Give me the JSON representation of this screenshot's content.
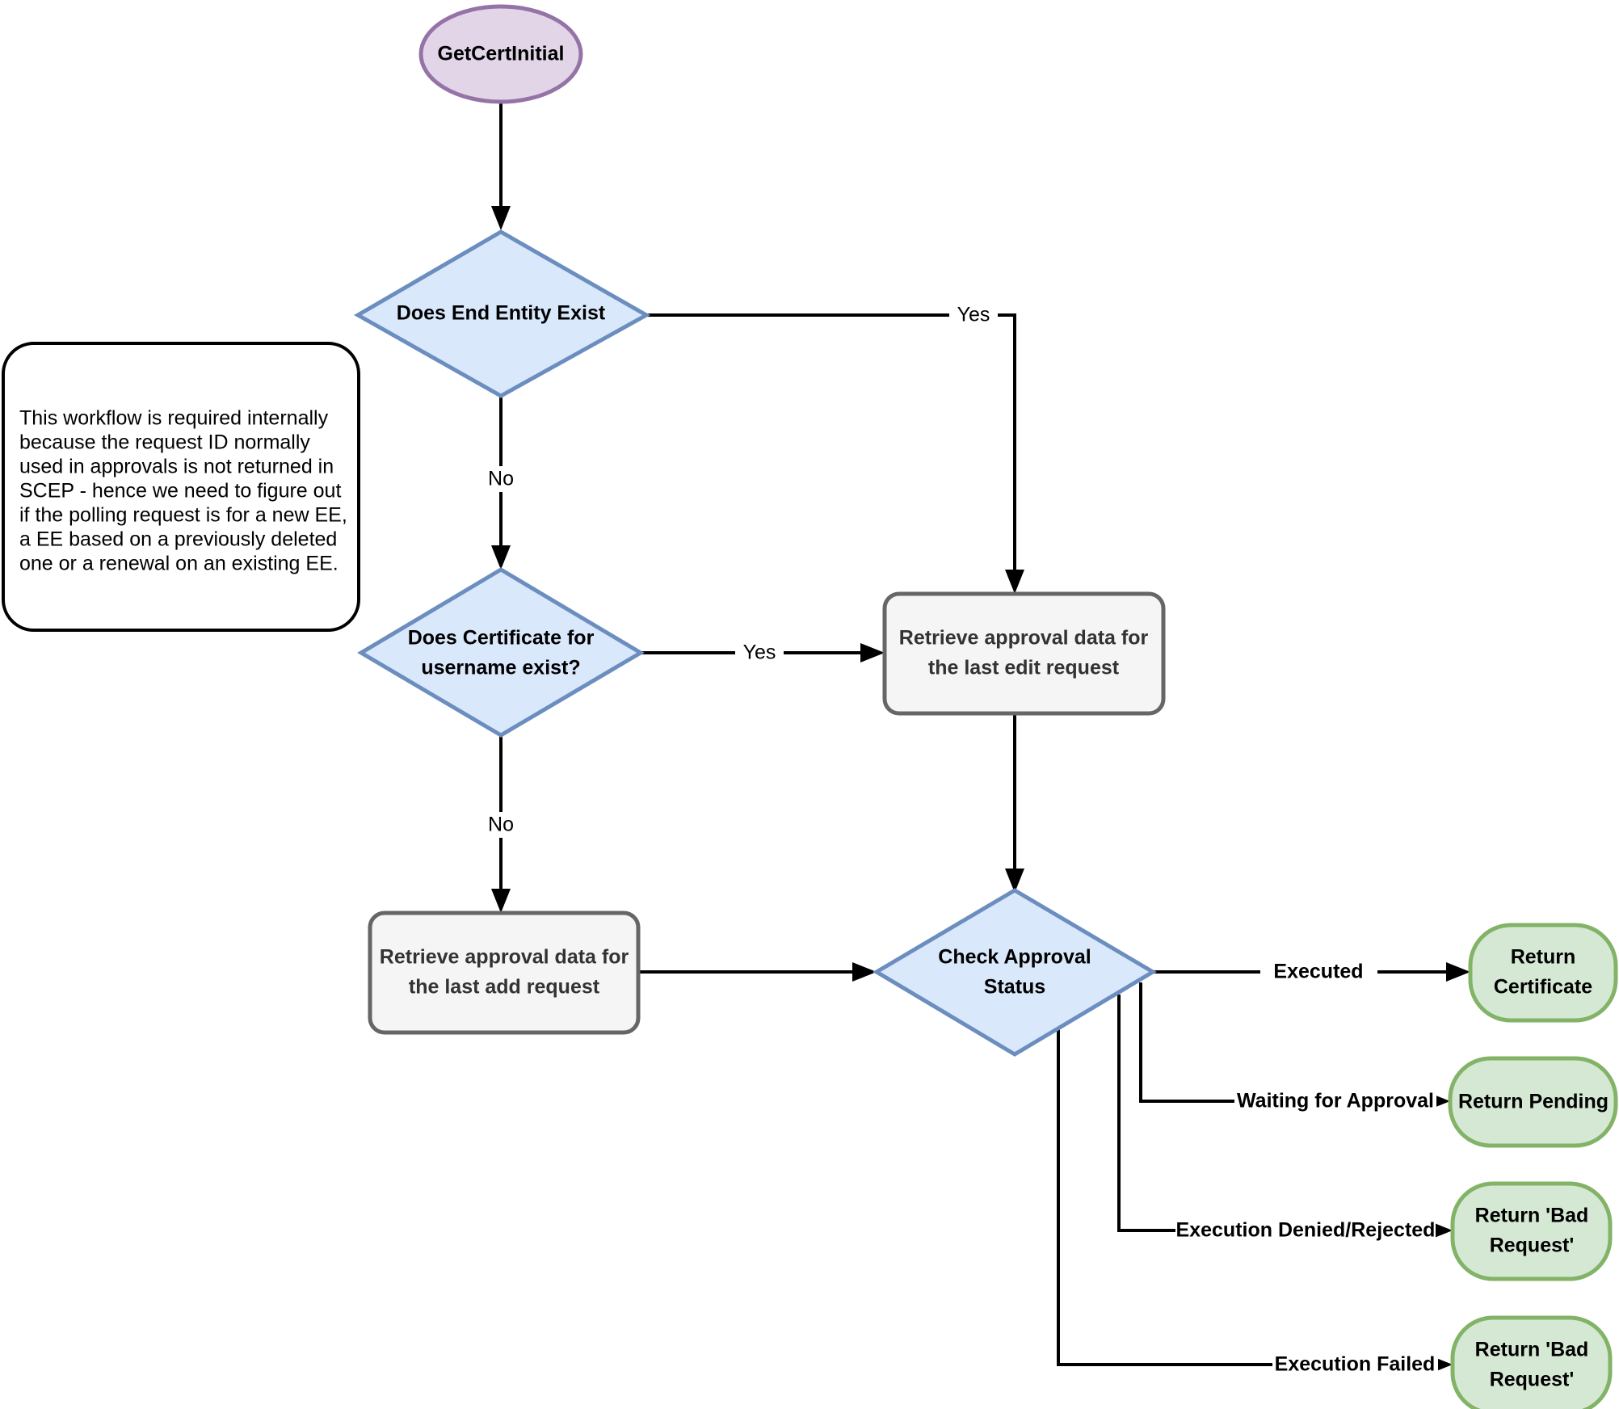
{
  "diagram": {
    "type": "flowchart",
    "title": "GetCertInitial SCEP polling workflow",
    "colors": {
      "terminator_fill": "#e1d5e7",
      "terminator_stroke": "#9673a6",
      "decision_fill": "#dae8fc",
      "decision_stroke": "#6c8ebf",
      "process_fill": "#f5f5f5",
      "process_stroke": "#666666",
      "end_fill": "#d5e8d4",
      "end_stroke": "#82b366",
      "note_fill": "#ffffff",
      "note_stroke": "#000000",
      "edge_stroke": "#000000",
      "background": "#ffffff"
    },
    "nodes": {
      "start": {
        "label": "GetCertInitial",
        "shape": "ellipse"
      },
      "decision_end_entity": {
        "label": "Does End Entity Exist",
        "shape": "diamond"
      },
      "decision_certificate": {
        "label_line1": "Does Certificate for",
        "label_line2": "username exist?",
        "shape": "diamond"
      },
      "process_edit": {
        "label_line1": "Retrieve approval data for",
        "label_line2": "the last edit request",
        "shape": "rounded-rect"
      },
      "process_add": {
        "label_line1": "Retrieve approval data for",
        "label_line2": "the last add request",
        "shape": "rounded-rect"
      },
      "decision_approval": {
        "label_line1": "Check Approval",
        "label_line2": "Status",
        "shape": "diamond"
      },
      "end_certificate": {
        "label_line1": "Return",
        "label_line2": "Certificate",
        "shape": "rounded-rect"
      },
      "end_pending": {
        "label_line1": "Return Pending",
        "label_line2": "",
        "shape": "rounded-rect"
      },
      "end_bad_request_denied": {
        "label_line1": "Return 'Bad",
        "label_line2": "Request'",
        "shape": "rounded-rect"
      },
      "end_bad_request_failed": {
        "label_line1": "Return 'Bad",
        "label_line2": "Request'",
        "shape": "rounded-rect"
      }
    },
    "note": {
      "lines": [
        "This workflow is required internally",
        "because the request ID normally",
        "used in approvals is not returned in",
        "SCEP - hence we need to figure out",
        "if the polling request is for a new EE,",
        "a EE based on a previously deleted",
        "one or a renewal on an existing EE."
      ]
    },
    "edge_labels": {
      "end_entity_yes": "Yes",
      "end_entity_no": "No",
      "certificate_yes": "Yes",
      "certificate_no": "No",
      "approval_executed": "Executed",
      "approval_waiting": "Waiting for Approval",
      "approval_denied": "Execution Denied/Rejected",
      "approval_failed": "Execution Failed"
    }
  }
}
